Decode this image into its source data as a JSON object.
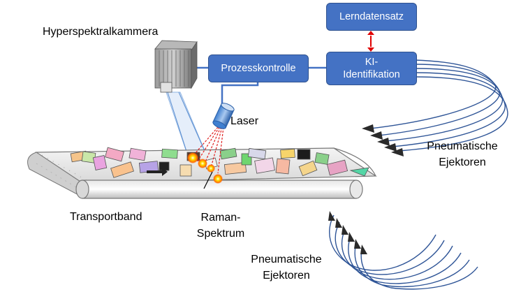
{
  "labels": {
    "camera": "Hyperspektralkammera",
    "laser": "Laser",
    "belt": "Transportband",
    "raman_line1": "Raman-",
    "raman_line2": "Spektrum",
    "ejectors_right_line1": "Pneumatische",
    "ejectors_right_line2": "Ejektoren",
    "ejectors_bottom_line1": "Pneumatische",
    "ejectors_bottom_line2": "Ejektoren"
  },
  "boxes": {
    "dataset": "Lerndatensatz",
    "process": "Prozesskontrolle",
    "ai_line1": "KI-",
    "ai_line2": "Identifikation"
  },
  "colors": {
    "box_fill": "#4472c4",
    "box_border": "#2f528f",
    "connector": "#4472c4",
    "feedback_arrow": "#e00000",
    "hose": "#2f5597",
    "laser_beam": "#e02020",
    "camera_fov": "#8fb4e3"
  },
  "icons": {
    "camera": "hyperspectral-camera-icon",
    "laser": "laser-emitter-icon",
    "nozzle": "ejector-nozzle-icon"
  }
}
